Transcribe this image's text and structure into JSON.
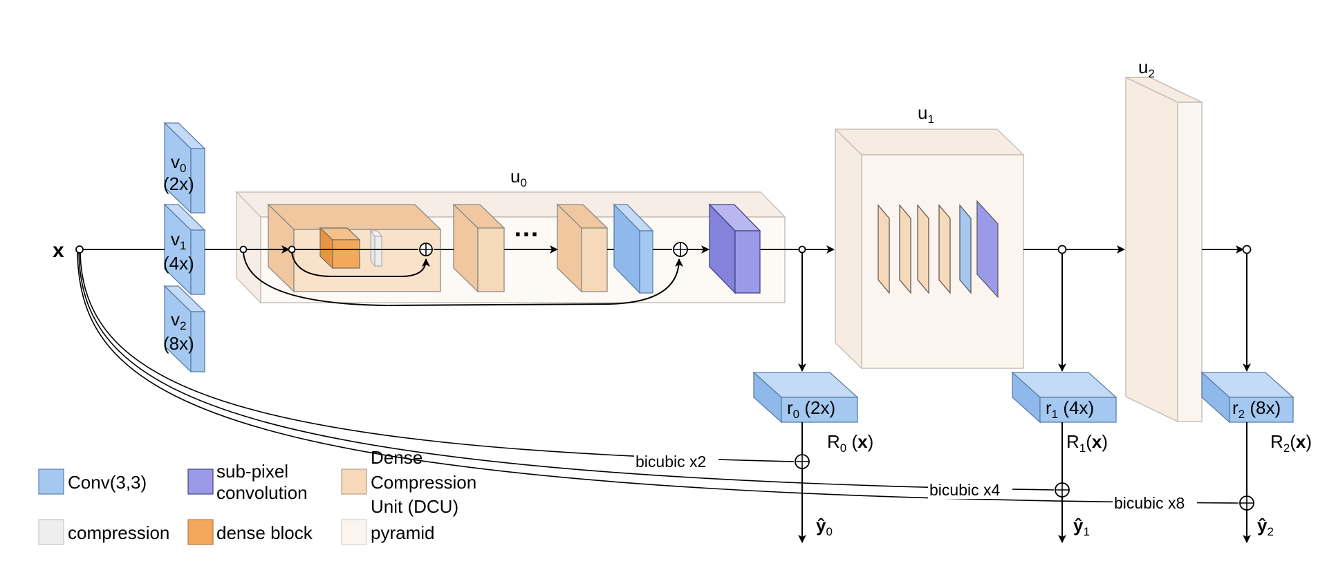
{
  "colors": {
    "conv": "#a4c8f0",
    "subpixel": "#9b9ae8",
    "dcu": "#f6d9b9",
    "compression": "#eeeeee",
    "dense_block": "#f4a85c",
    "pyramid": "#fcf5ef",
    "line": "#000000"
  },
  "input": {
    "label": "x"
  },
  "branches": [
    {
      "name": "v",
      "sub": "0",
      "scale": "(2x)"
    },
    {
      "name": "v",
      "sub": "1",
      "scale": "(4x)"
    },
    {
      "name": "v",
      "sub": "2",
      "scale": "(8x)"
    }
  ],
  "pyramids": [
    {
      "name": "u",
      "sub": "0"
    },
    {
      "name": "u",
      "sub": "1"
    },
    {
      "name": "u",
      "sub": "2"
    }
  ],
  "ellipsis": "…",
  "residuals": [
    {
      "name": "r",
      "sub": "0",
      "scale": "(2x)",
      "out_prefix": "R",
      "out_sub": "0",
      "out_arg_open": " (",
      "out_arg": "x",
      "out_arg_close": ")",
      "bicubic": "bicubic x2",
      "y_sub": "0"
    },
    {
      "name": "r",
      "sub": "1",
      "scale": "(4x)",
      "out_prefix": "R",
      "out_sub": "1",
      "out_arg_open": "(",
      "out_arg": "x",
      "out_arg_close": ")",
      "bicubic": "bicubic x4",
      "y_sub": "1"
    },
    {
      "name": "r",
      "sub": "2",
      "scale": "(8x)",
      "out_prefix": "R",
      "out_sub": "2",
      "out_arg_open": "(",
      "out_arg": "x",
      "out_arg_close": ")",
      "bicubic": "bicubic x8",
      "y_sub": "2"
    }
  ],
  "output_symbol": "ŷ",
  "legend": [
    {
      "key": "conv",
      "lines": [
        "Conv(3,3)"
      ]
    },
    {
      "key": "subpixel",
      "lines": [
        "sub-pixel",
        "convolution"
      ]
    },
    {
      "key": "dcu",
      "lines": [
        "Dense",
        "Compression",
        "Unit (DCU)"
      ]
    },
    {
      "key": "compression",
      "lines": [
        "compression"
      ]
    },
    {
      "key": "dense_block",
      "lines": [
        "dense block"
      ]
    },
    {
      "key": "pyramid",
      "lines": [
        "pyramid"
      ]
    }
  ]
}
